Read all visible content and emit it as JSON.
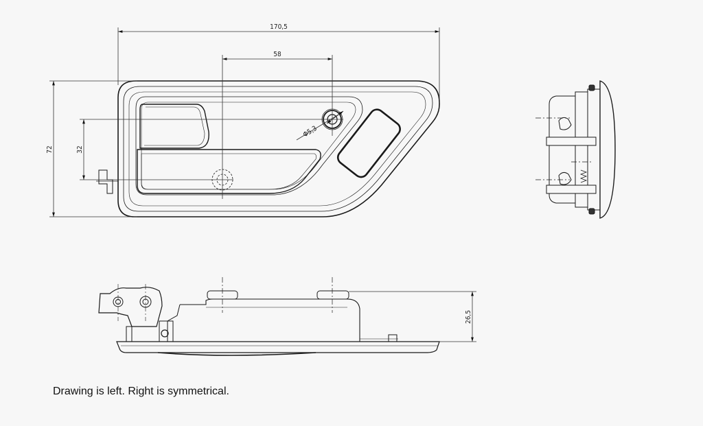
{
  "drawing": {
    "views": {
      "front": {
        "dimensions": {
          "overall_width": "170,5",
          "hole_spacing": "58",
          "hole_diameter": "Φ5,3",
          "overall_height": "72",
          "hole_offset": "32"
        }
      },
      "bottom": {
        "dimensions": {
          "depth": "26,5"
        }
      },
      "side": {}
    },
    "colors": {
      "background": "#f7f7f7",
      "line": "#1a1a1a",
      "dim_line": "#333333"
    }
  },
  "caption": "Drawing is left. Right is symmetrical."
}
